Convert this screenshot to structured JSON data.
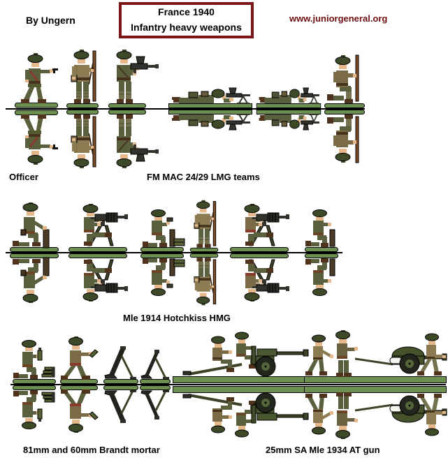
{
  "header": {
    "byline": "By Ungern",
    "title_line1": "France 1940",
    "title_line2": "Infantry heavy weapons",
    "website": "www.juniorgeneral.org"
  },
  "labels": {
    "officer": "Officer",
    "lmg_teams": "FM MAC 24/29 LMG teams",
    "hmg": "Mle 1914 Hotchkiss HMG",
    "mortar": "81mm and 60mm Brandt mortar",
    "at_gun": "25mm SA Mle 1934 AT gun"
  },
  "figures": {
    "row1": [
      "officer-with-pistol",
      "rifleman-standing",
      "lmg-gunner-standing",
      "lmg-team-prone",
      "lmg-team-prone",
      "rifleman-kneeling"
    ],
    "row2": [
      "crewman-kneeling-with-tripod-leg",
      "hmg-gunner-on-tripod",
      "loader-kneeling-with-ammo-box",
      "rifleman-standing",
      "hmg-gunner-on-tripod",
      "loader-kneeling"
    ],
    "row3": [
      "mortar-crewman-with-shell-pile",
      "mortar-loader-standing",
      "mortar-81mm",
      "mortar-60mm",
      "at-gun-25mm-with-seated-crew",
      "at-gun-25mm-with-walking-crew"
    ]
  },
  "colors": {
    "accent_dark_red": "#7c1517",
    "url_red": "#6e1010",
    "base_green": "#6d8f4f",
    "uniform_olive": "#5a5f3d",
    "jacket_khaki": "#8c7a52",
    "jacket_brown": "#7b6a46",
    "helmet_green": "#3d4a27",
    "gun_metal": "#33332d",
    "carriage_green": "#4a5930",
    "wood_brown": "#7b4b24"
  }
}
